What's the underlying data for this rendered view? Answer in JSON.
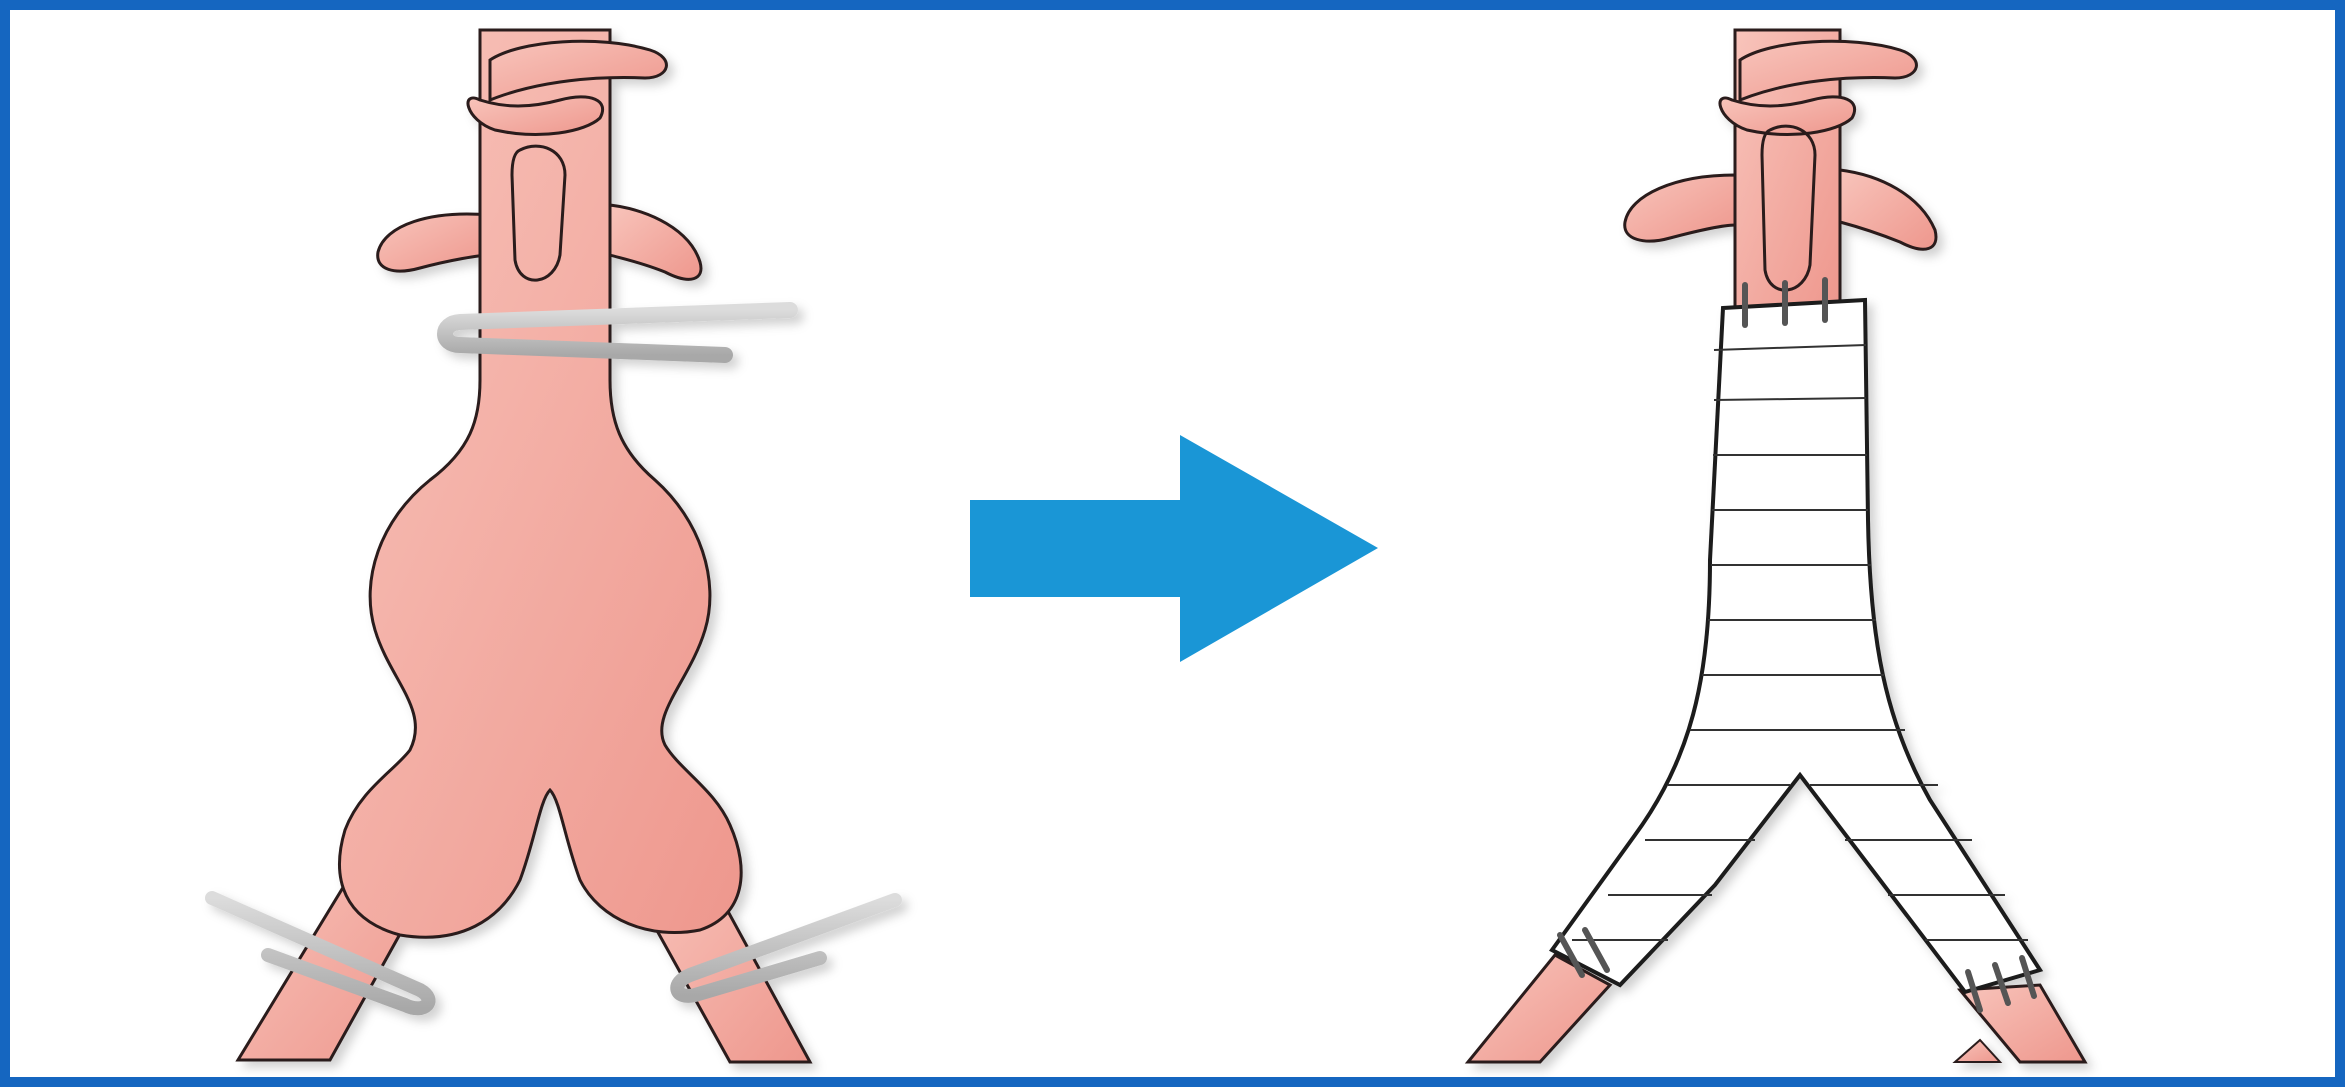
{
  "figure": {
    "panels": [
      {
        "id": "before",
        "subject": "abdominal-aortic-aneurysm",
        "clamps": 3
      },
      {
        "id": "after",
        "subject": "bifurcated-graft-repair",
        "suture-groups": 3
      }
    ],
    "arrow": {
      "direction": "right",
      "color": "#1a96d6"
    },
    "colors": {
      "frame": "#1566c0",
      "vessel-light": "#f7bcb2",
      "vessel-dark": "#ef9a90",
      "outline": "#2a1a1a",
      "clamp": "#bdbdbd",
      "graft": "#ffffff",
      "graft-line": "#333333",
      "suture": "#555555"
    }
  }
}
